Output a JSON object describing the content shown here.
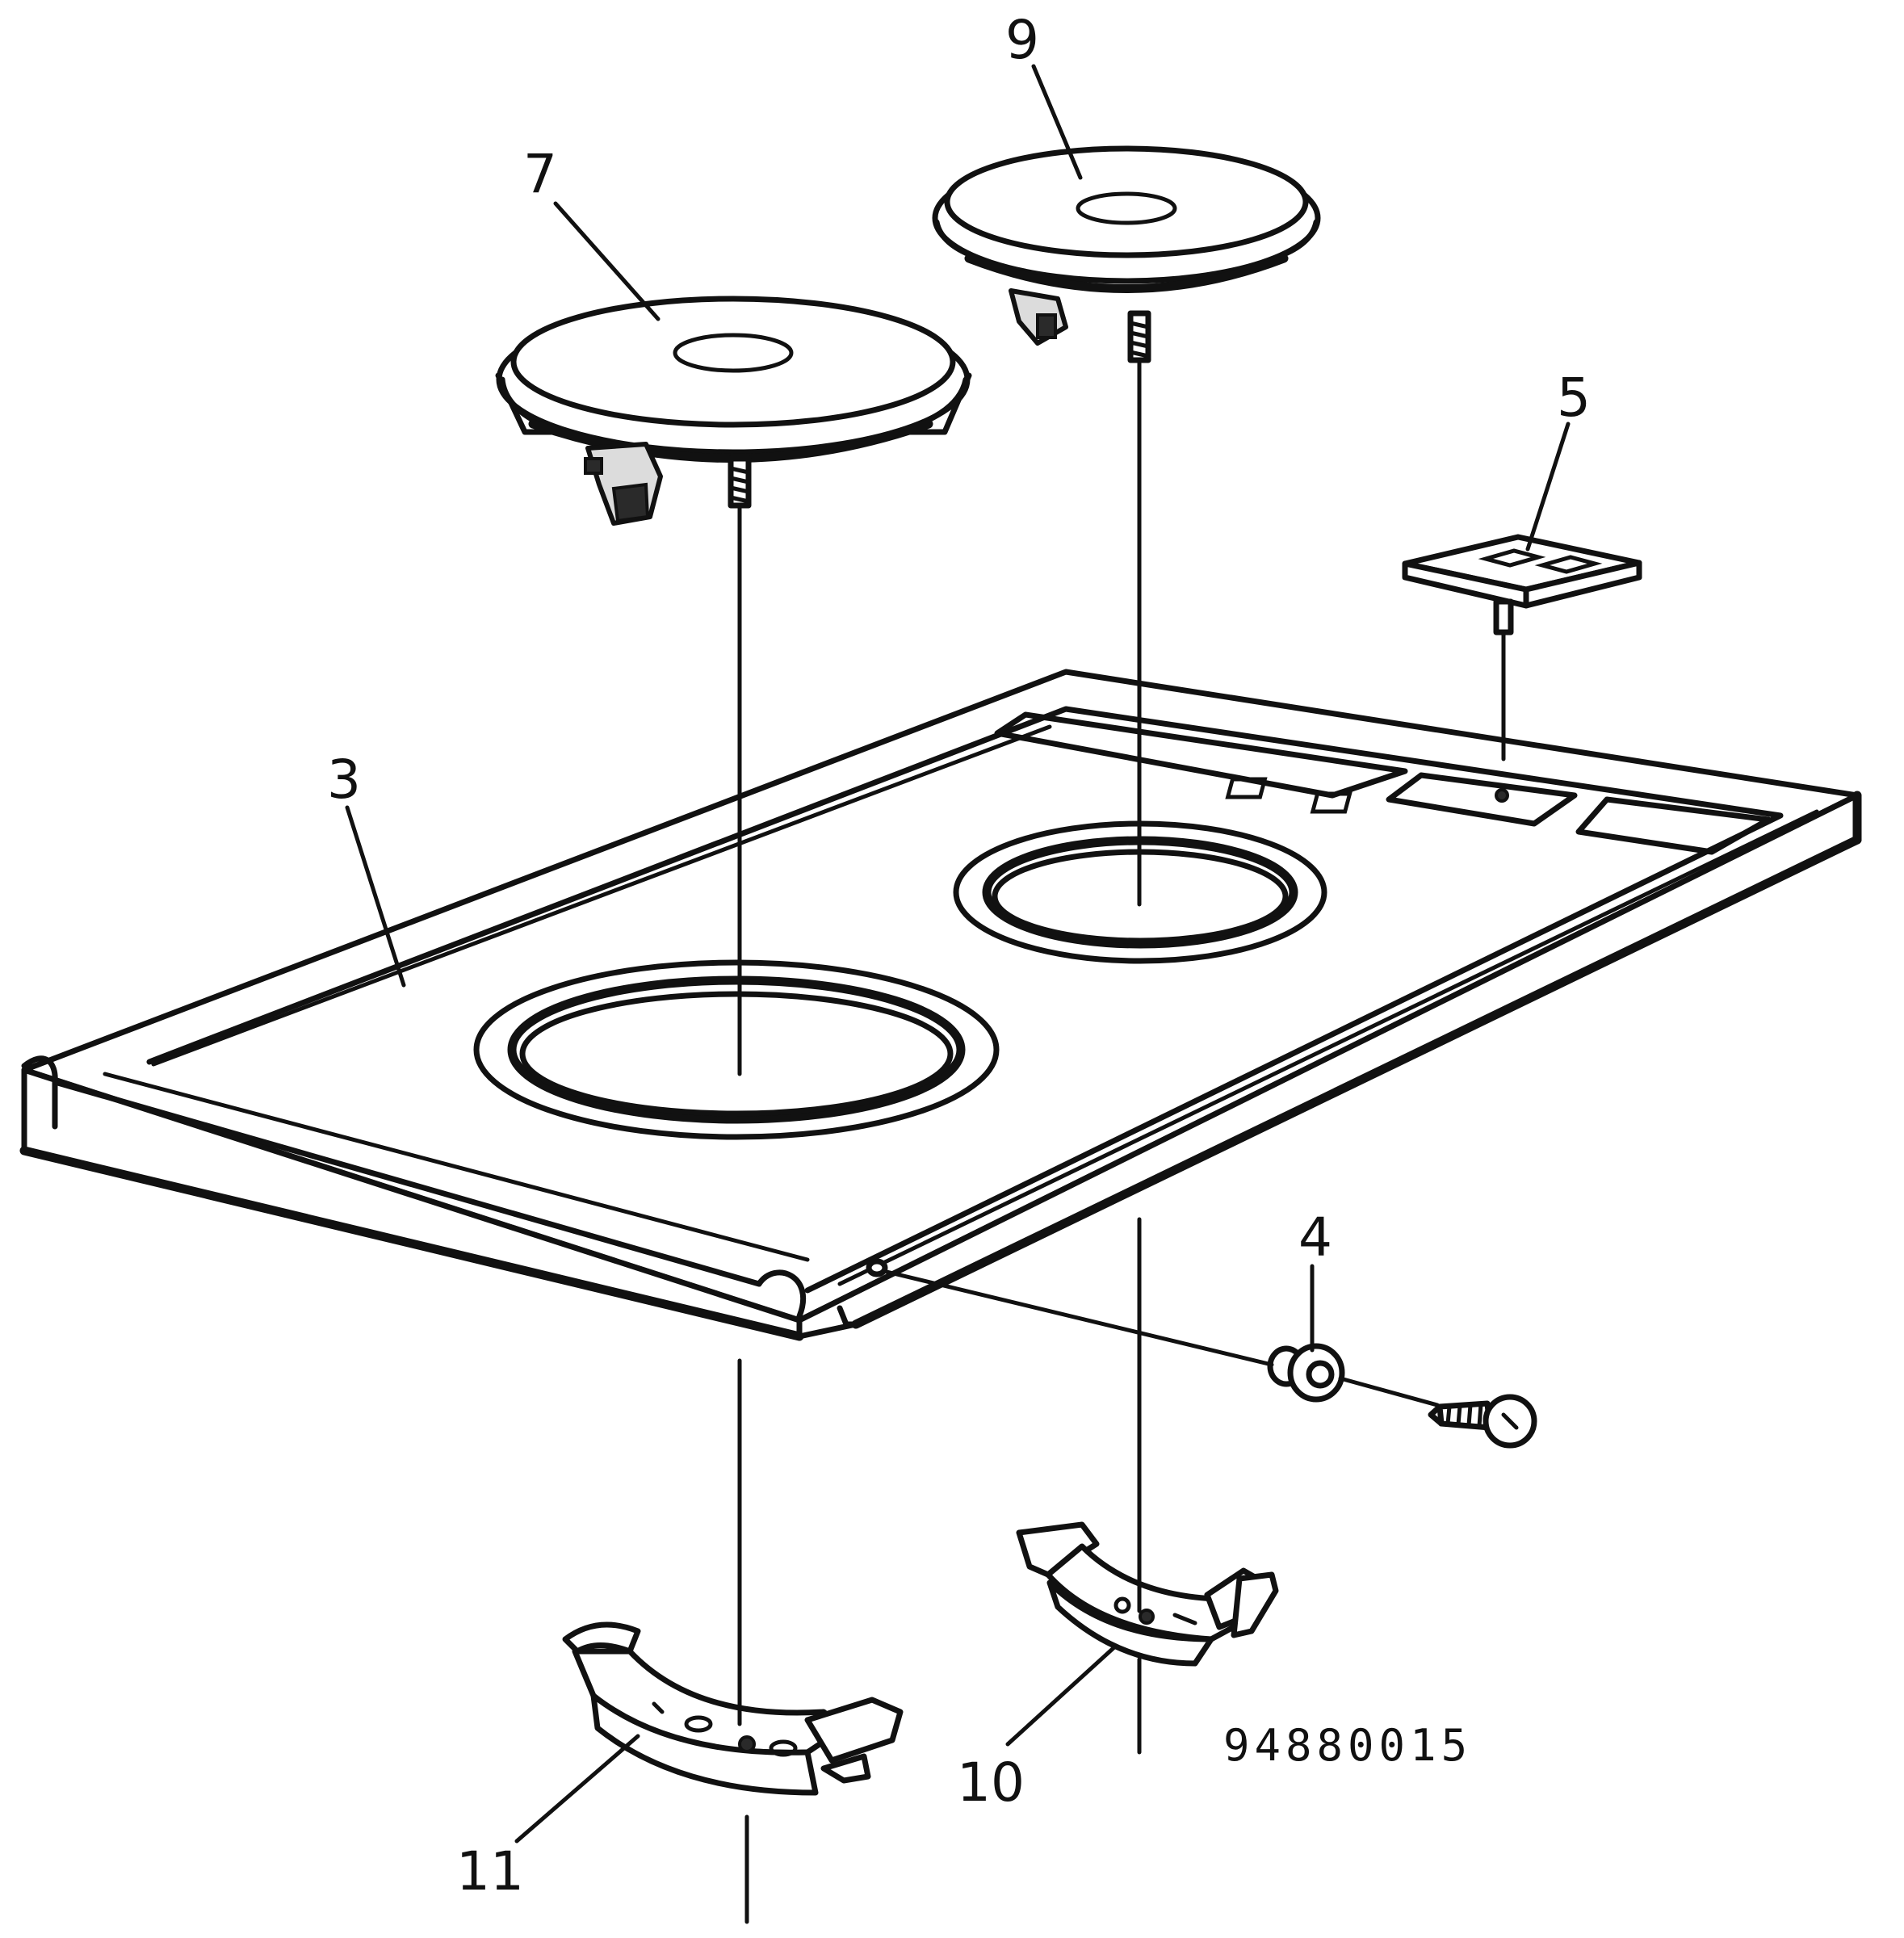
{
  "diagram": {
    "drawing_number": "94880015",
    "parts": [
      {
        "id": "part-3",
        "label": "3"
      },
      {
        "id": "part-4",
        "label": "4"
      },
      {
        "id": "part-5",
        "label": "5"
      },
      {
        "id": "part-7",
        "label": "7"
      },
      {
        "id": "part-9",
        "label": "9"
      },
      {
        "id": "part-10",
        "label": "10"
      },
      {
        "id": "part-11",
        "label": "11"
      }
    ]
  }
}
